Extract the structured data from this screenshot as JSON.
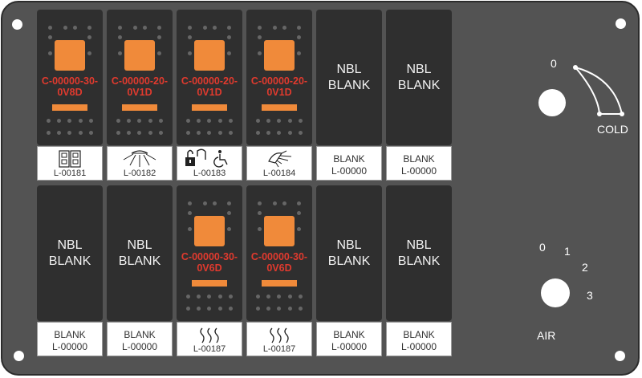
{
  "row1": [
    {
      "type": "lit",
      "code": "C-00000-30-\n0V8D",
      "label": "L-00181",
      "icon": "double-door-icon"
    },
    {
      "type": "lit",
      "code": "C-00000-20-\n0V1D",
      "label": "L-00182",
      "icon": "dome-light-icon"
    },
    {
      "type": "lit",
      "code": "C-00000-20-\n0V1D",
      "label": "L-00183",
      "icon": "lock-wheelchair-icon"
    },
    {
      "type": "lit",
      "code": "C-00000-20-\n0V1D",
      "label": "L-00184",
      "icon": "shower-icon"
    },
    {
      "type": "blank",
      "line1": "NBL",
      "line2": "BLANK",
      "card1": "BLANK",
      "card2": "L-00000"
    },
    {
      "type": "blank",
      "line1": "NBL",
      "line2": "BLANK",
      "card1": "BLANK",
      "card2": "L-00000"
    }
  ],
  "row2": [
    {
      "type": "blank",
      "line1": "NBL",
      "line2": "BLANK",
      "card1": "BLANK",
      "card2": "L-00000"
    },
    {
      "type": "blank",
      "line1": "NBL",
      "line2": "BLANK",
      "card1": "BLANK",
      "card2": "L-00000"
    },
    {
      "type": "lit",
      "code": "C-00000-30-\n0V6D",
      "label": "L-00187",
      "icon": "heat-icon"
    },
    {
      "type": "lit",
      "code": "C-00000-30-\n0V6D",
      "label": "L-00187",
      "icon": "heat-icon"
    },
    {
      "type": "blank",
      "line1": "NBL",
      "line2": "BLANK",
      "card1": "BLANK",
      "card2": "L-00000"
    },
    {
      "type": "blank",
      "line1": "NBL",
      "line2": "BLANK",
      "card1": "BLANK",
      "card2": "L-00000"
    }
  ],
  "temp_dial": {
    "zero": "0",
    "cold": "COLD"
  },
  "air_dial": {
    "s0": "0",
    "s1": "1",
    "s2": "2",
    "s3": "3",
    "label": "AIR"
  }
}
